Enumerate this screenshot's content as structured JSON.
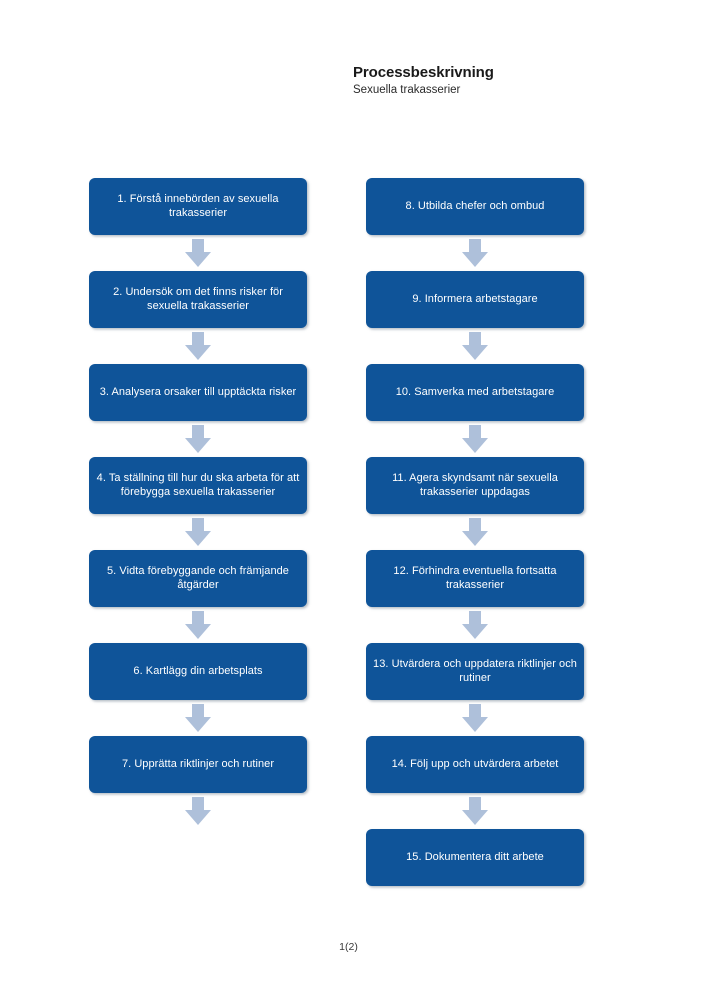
{
  "document": {
    "title": "Processbeskrivning",
    "subtitle": "Sexuella trakasserier",
    "page_number": "1(2)"
  },
  "colors": {
    "node_fill": "#0F5499",
    "node_text": "#FFFFFF",
    "arrow_fill": "#AEC0DA",
    "page_background": "#FFFFFF",
    "title_text": "#1A1A1A"
  },
  "flow": {
    "orientation": "two-column-vertical",
    "arrow_icon": "arrow-down-icon",
    "left_column": [
      {
        "step": 1,
        "label": "1. Förstå innebörden av sexuella trakasserier",
        "has_arrow_after": true
      },
      {
        "step": 2,
        "label": "2. Undersök om det finns risker för sexuella trakasserier",
        "has_arrow_after": true
      },
      {
        "step": 3,
        "label": "3. Analysera orsaker till upptäckta risker",
        "has_arrow_after": true
      },
      {
        "step": 4,
        "label": "4. Ta ställning till hur du ska arbeta för att förebygga sexuella trakasserier",
        "has_arrow_after": true
      },
      {
        "step": 5,
        "label": "5. Vidta förebyggande och främjande åtgärder",
        "has_arrow_after": true
      },
      {
        "step": 6,
        "label": "6. Kartlägg din arbetsplats",
        "has_arrow_after": true
      },
      {
        "step": 7,
        "label": "7. Upprätta riktlinjer och rutiner",
        "has_arrow_after": true
      }
    ],
    "right_column": [
      {
        "step": 8,
        "label": "8. Utbilda chefer och ombud",
        "has_arrow_after": true
      },
      {
        "step": 9,
        "label": "9. Informera arbetstagare",
        "has_arrow_after": true
      },
      {
        "step": 10,
        "label": "10. Samverka med arbetstagare",
        "has_arrow_after": true
      },
      {
        "step": 11,
        "label": "11. Agera skyndsamt när sexuella trakasserier uppdagas",
        "has_arrow_after": true
      },
      {
        "step": 12,
        "label": "12. Förhindra eventuella fortsatta trakasserier",
        "has_arrow_after": true
      },
      {
        "step": 13,
        "label": "13. Utvärdera och uppdatera riktlinjer och rutiner",
        "has_arrow_after": true
      },
      {
        "step": 14,
        "label": "14. Följ upp och utvärdera arbetet",
        "has_arrow_after": true
      },
      {
        "step": 15,
        "label": "15. Dokumentera ditt arbete",
        "has_arrow_after": false
      }
    ]
  }
}
